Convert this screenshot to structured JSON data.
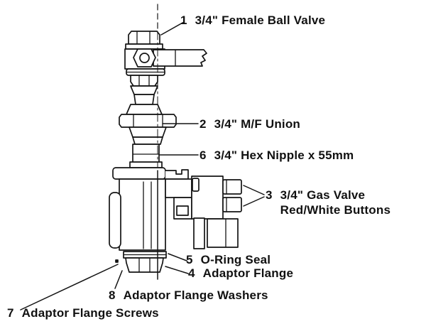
{
  "figure": {
    "colors": {
      "line": "#141414",
      "background": "#ffffff"
    },
    "parts": [
      {
        "num": "1",
        "label": "3/4\" Female Ball Valve"
      },
      {
        "num": "2",
        "label": "3/4\" M/F Union"
      },
      {
        "num": "6",
        "label": "3/4\" Hex Nipple x 55mm"
      },
      {
        "num": "3",
        "label": "3/4\" Gas Valve",
        "label2": "Red/White Buttons"
      },
      {
        "num": "5",
        "label": "O-Ring Seal"
      },
      {
        "num": "4",
        "label": "Adaptor Flange"
      },
      {
        "num": "8",
        "label": "Adaptor Flange Washers"
      },
      {
        "num": "7",
        "label": "Adaptor Flange Screws"
      }
    ]
  }
}
